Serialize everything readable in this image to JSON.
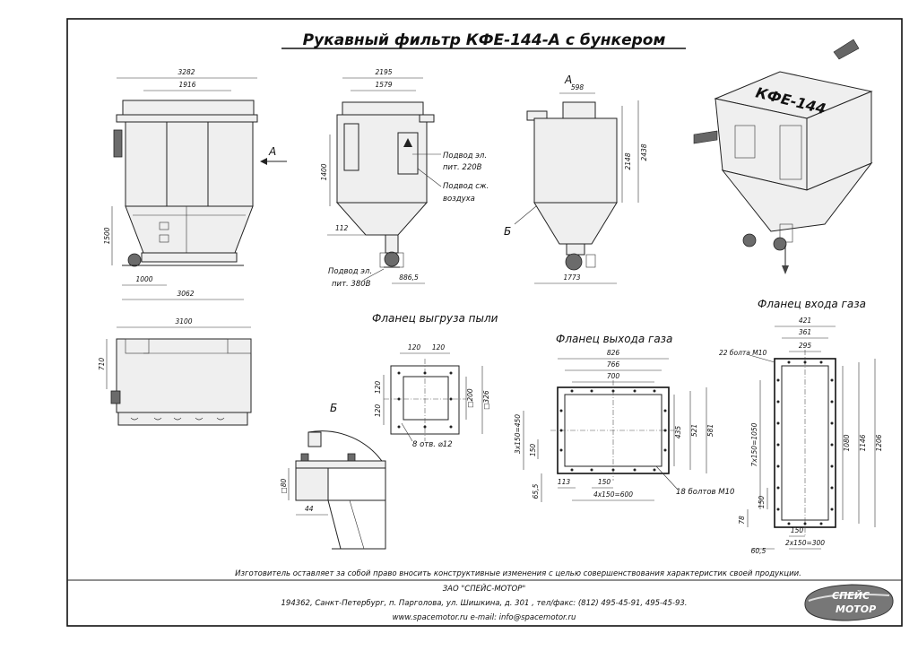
{
  "title": "Рукавный фильтр КФЕ-144-А с бункером",
  "views": {
    "a": "А",
    "b": "Б",
    "a2": "А",
    "b2": "Б",
    "dust_flange": "Фланец выгруза пыли",
    "out_flange": "Фланец выхода газа",
    "in_flange": "Фланец входа газа"
  },
  "notes": {
    "power220_l1": "Подвод эл.",
    "power220_l2": "пит. 220В",
    "air_l1": "Подвод сж.",
    "air_l2": "воздуха",
    "power380_l1": "Подвод эл.",
    "power380_l2": "пит. 380В",
    "holes8": "8 отв. ⌀12",
    "bolts18": "18 болтов М10",
    "bolts22": "22 болта М10"
  },
  "dims": {
    "front_w": "3282",
    "front_mid": "1916",
    "front_h": "1500",
    "front_1000": "1000",
    "front_3062": "3062",
    "side_w": "2195",
    "side_1579": "1579",
    "side_1400": "1400",
    "side_112": "112",
    "side_8865": "886,5",
    "r_598": "598",
    "r_2148": "2148",
    "r_2438": "2438",
    "r_1773": "1773",
    "plan_3100": "3100",
    "plan_710": "710",
    "b_80": "□80",
    "b_44": "44",
    "d_120a": "120",
    "d_120b": "120",
    "d_120c": "120",
    "d_120d": "120",
    "d_200": "□200",
    "d_326": "□326",
    "o_826": "826",
    "o_766": "766",
    "o_700": "700",
    "o_3x150": "3х150=450",
    "o_150": "150",
    "o_435": "435",
    "o_521": "521",
    "o_581": "581",
    "o_655": "65,5",
    "o_113": "113",
    "o_150b": "150",
    "o_4x150": "4х150=600",
    "i_421": "421",
    "i_361": "361",
    "i_295": "295",
    "i_7x150": "7х150=1050",
    "i_1080": "1080",
    "i_1146": "1146",
    "i_1206": "1206",
    "i_150": "150",
    "i_78": "78",
    "i_150b": "150",
    "i_605": "60,5",
    "i_2x150": "2х150=300"
  },
  "footer": {
    "disclaimer": "Изготовитель оставляет за собой право вносить конструктивные изменения с целью совершенствования характеристик своей продукции.",
    "company": "ЗАО \"СПЕЙС-МОТОР\"",
    "address": "194362, Санкт-Петербург, п. Парголова, ул. Шишкина, д. 301 , тел/факс: (812) 495-45-91, 495-45-93.",
    "web": "www.spacemotor.ru   e-mail: info@spacemotor.ru",
    "logo_l1": "СПЕЙС",
    "logo_l2": "МОТОР"
  },
  "iso_label": "КФЕ-144",
  "colors": {
    "line": "#222222",
    "fill": "#efefef"
  }
}
